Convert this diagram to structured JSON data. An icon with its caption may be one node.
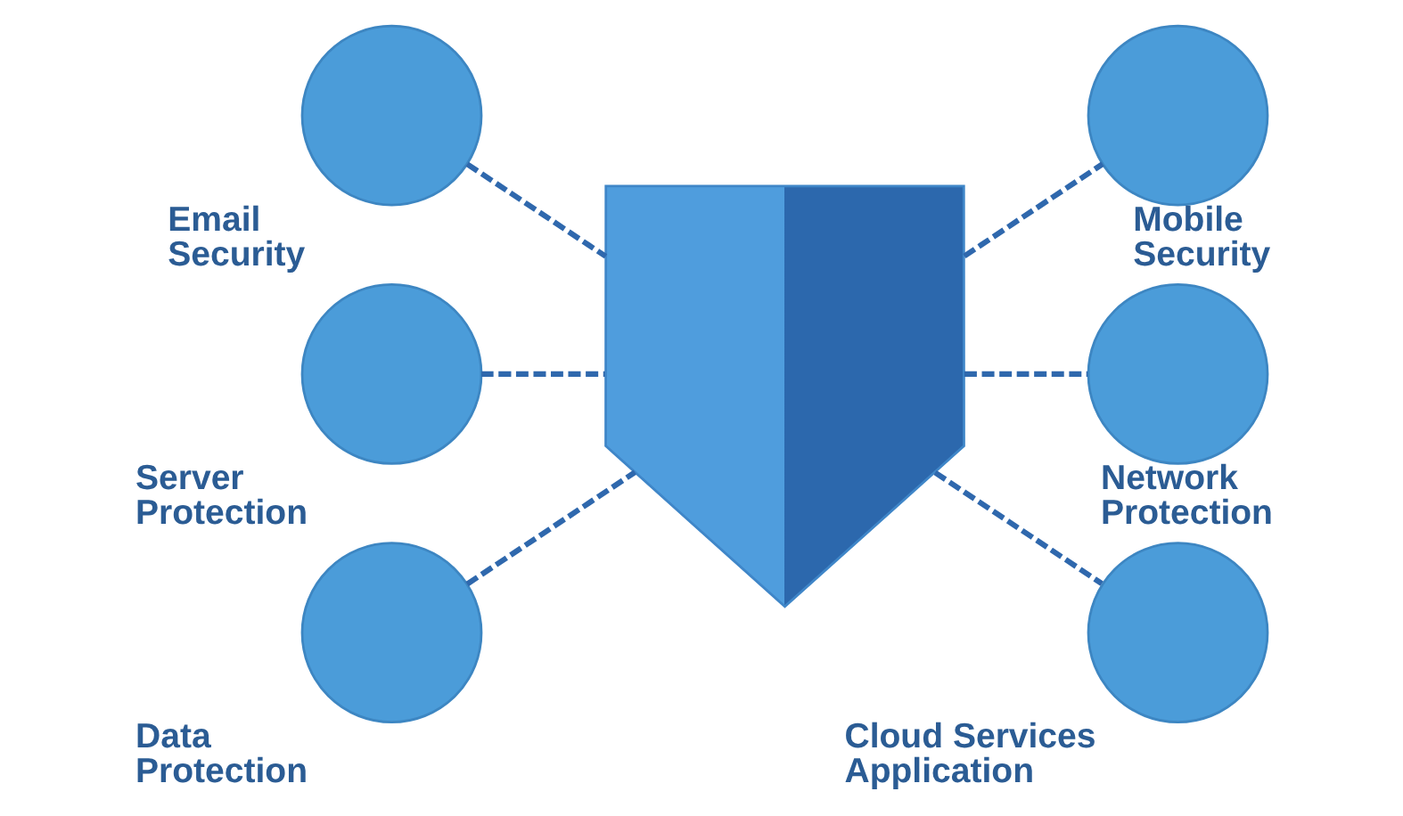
{
  "diagram": {
    "nodes": [
      {
        "text": [
          "Email Security"
        ]
      },
      {
        "text": [
          "Mobile Security"
        ]
      },
      {
        "text": [
          "Server Protection"
        ]
      },
      {
        "text": [],
        "shape": "shield"
      },
      {
        "text": [
          "Network Protection"
        ]
      },
      {
        "text": [
          "Data Protection"
        ]
      },
      {
        "text": [
          "Cloud Services Application"
        ]
      }
    ],
    "edges": [
      {
        "from": 0,
        "to": 3,
        "arrow": "none",
        "style": "dashed"
      },
      {
        "from": 3,
        "to": 1,
        "arrow": "none",
        "style": "dashed"
      },
      {
        "from": 2,
        "to": 3,
        "arrow": "none",
        "style": "dashed"
      },
      {
        "from": 3,
        "to": 4,
        "arrow": "none",
        "style": "dashed"
      },
      {
        "from": 5,
        "to": 3,
        "arrow": "none",
        "style": "dashed"
      },
      {
        "from": 3,
        "to": 6,
        "arrow": "none",
        "style": "dashed"
      }
    ]
  }
}
